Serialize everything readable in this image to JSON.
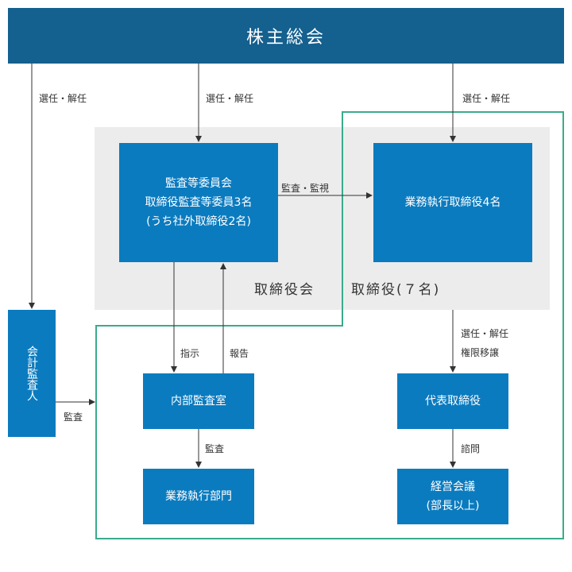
{
  "header": {
    "title": "株主総会"
  },
  "boxes": {
    "audit_committee": {
      "line1": "監査等委員会",
      "line2": "取締役監査等委員3名",
      "line3": "(うち社外取締役2名)"
    },
    "executive_directors": {
      "label": "業務執行取締役4名"
    },
    "accounting_auditor": {
      "label": "会計監査人"
    },
    "internal_audit": {
      "label": "内部監査室"
    },
    "representative_director": {
      "label": "代表取締役"
    },
    "business_departments": {
      "label": "業務執行部門"
    },
    "management_meeting": {
      "line1": "経営会議",
      "line2": "(部長以上)"
    }
  },
  "areas": {
    "board": "取締役会",
    "directors": "取締役(７名)"
  },
  "labels": {
    "elect_dismiss": "選任・解任",
    "audit_supervise": "監査・監視",
    "instruct": "指示",
    "report": "報告",
    "audit": "監査",
    "authority_transfer": "権限移譲",
    "consult": "諮問"
  },
  "colors": {
    "header": "#14608f",
    "box": "#0b7bbf",
    "gray_area": "#ececec",
    "green_frame": "#3aab8c",
    "line": "#333333"
  }
}
